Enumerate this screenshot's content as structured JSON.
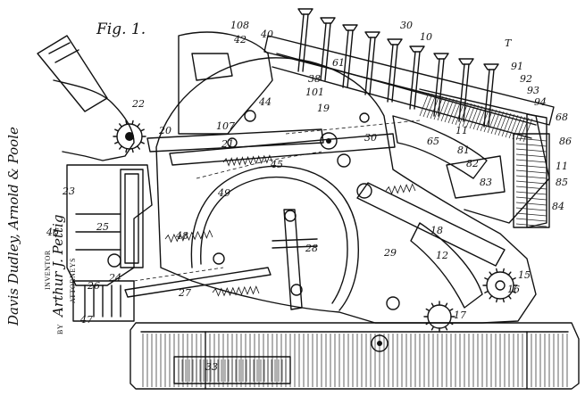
{
  "figure": {
    "title": "Fig. 1.",
    "labels": [
      {
        "id": "l108",
        "text": "108"
      },
      {
        "id": "l42",
        "text": "42"
      },
      {
        "id": "l40",
        "text": "40"
      },
      {
        "id": "l30a",
        "text": "30"
      },
      {
        "id": "l10",
        "text": "10"
      },
      {
        "id": "lT",
        "text": "T"
      },
      {
        "id": "l91a",
        "text": "91"
      },
      {
        "id": "l61",
        "text": "61"
      },
      {
        "id": "l38",
        "text": "38"
      },
      {
        "id": "l92",
        "text": "92"
      },
      {
        "id": "l93",
        "text": "93"
      },
      {
        "id": "l94",
        "text": "94"
      },
      {
        "id": "l22",
        "text": "22"
      },
      {
        "id": "l44",
        "text": "44"
      },
      {
        "id": "l101",
        "text": "101"
      },
      {
        "id": "l19",
        "text": "19"
      },
      {
        "id": "l107",
        "text": "107"
      },
      {
        "id": "l68",
        "text": "68"
      },
      {
        "id": "l86",
        "text": "86"
      },
      {
        "id": "l20",
        "text": "20"
      },
      {
        "id": "l21",
        "text": "21"
      },
      {
        "id": "l30b",
        "text": "30"
      },
      {
        "id": "l65",
        "text": "65"
      },
      {
        "id": "l81",
        "text": "81"
      },
      {
        "id": "l11a",
        "text": "11"
      },
      {
        "id": "l82",
        "text": "82"
      },
      {
        "id": "l83",
        "text": "83"
      },
      {
        "id": "l45",
        "text": "45"
      },
      {
        "id": "l85",
        "text": "85"
      },
      {
        "id": "l23",
        "text": "23"
      },
      {
        "id": "l49",
        "text": "49"
      },
      {
        "id": "l84",
        "text": "84"
      },
      {
        "id": "l46",
        "text": "46"
      },
      {
        "id": "l25",
        "text": "25"
      },
      {
        "id": "l18",
        "text": "18"
      },
      {
        "id": "l48",
        "text": "48"
      },
      {
        "id": "l28",
        "text": "28"
      },
      {
        "id": "l29",
        "text": "29"
      },
      {
        "id": "l12",
        "text": "12"
      },
      {
        "id": "l15",
        "text": "15"
      },
      {
        "id": "l24",
        "text": "24"
      },
      {
        "id": "l26",
        "text": "26"
      },
      {
        "id": "l27",
        "text": "27"
      },
      {
        "id": "l16",
        "text": "16"
      },
      {
        "id": "l47",
        "text": "47"
      },
      {
        "id": "l17",
        "text": "17"
      },
      {
        "id": "l33",
        "text": "33"
      },
      {
        "id": "l11b",
        "text": "11"
      }
    ]
  },
  "signature": {
    "witnesses": "Davis Dudley, Arnold & Poole",
    "inventor_caption": "INVENTOR",
    "inventor": "Arthur J. Pettig",
    "by": "BY",
    "attorneys_caption": "ATTORNEYS"
  }
}
